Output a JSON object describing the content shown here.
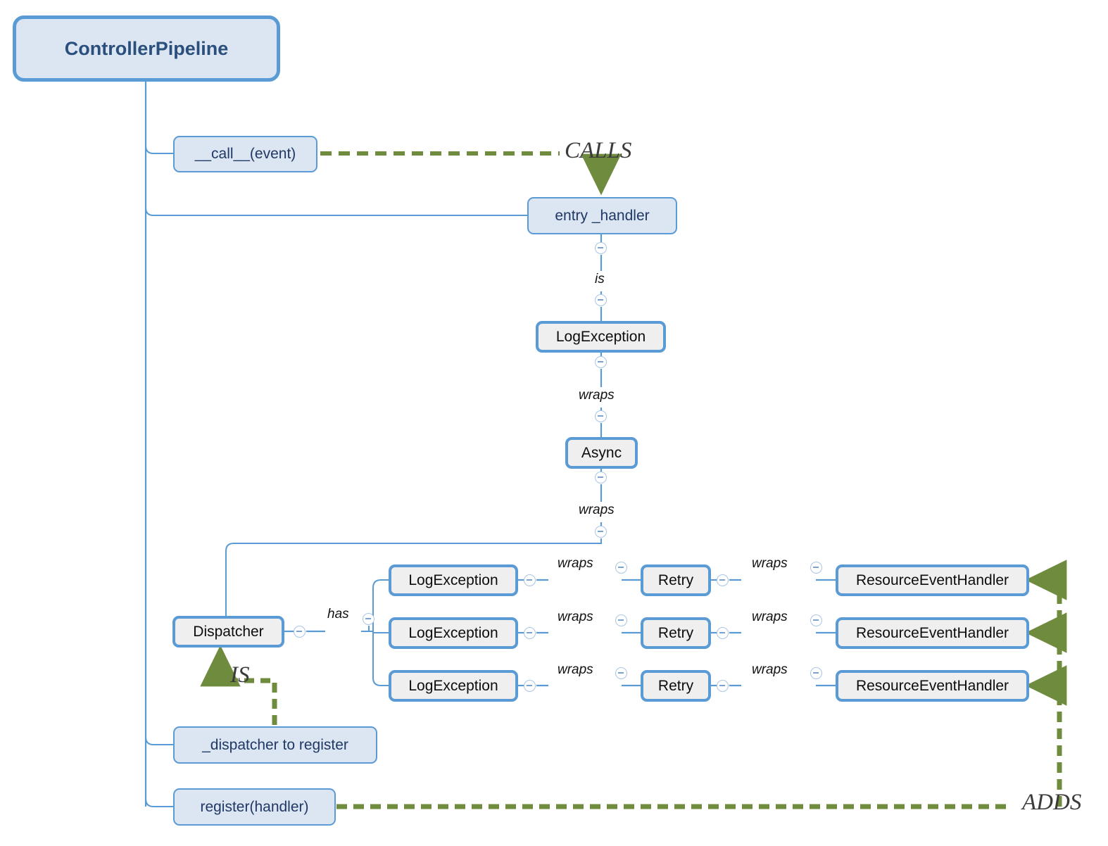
{
  "diagram": {
    "title": "ControllerPipeline",
    "style": {
      "node_fill_method": "#dce6f2",
      "node_fill_class": "#efefef",
      "node_border": "#5b9bd5",
      "wire_color": "#5b9bd5",
      "relation_color": "#6f8b3d",
      "background": "#ffffff"
    }
  },
  "nodes": {
    "root": {
      "label": "ControllerPipeline"
    },
    "call_event": {
      "label": "__call__(event)"
    },
    "entry_handler": {
      "label": "entry _handler"
    },
    "log_exception_main": {
      "label": "LogException"
    },
    "async": {
      "label": "Async"
    },
    "dispatcher": {
      "label": "Dispatcher"
    },
    "dispatcher_to_register": {
      "label": "_dispatcher to register"
    },
    "register_handler": {
      "label": "register(handler)"
    }
  },
  "pipeline_rows": [
    {
      "log_exception": "LogException",
      "wraps_1": "wraps",
      "retry": "Retry",
      "wraps_2": "wraps",
      "handler": "ResourceEventHandler"
    },
    {
      "log_exception": "LogException",
      "wraps_1": "wraps",
      "retry": "Retry",
      "wraps_2": "wraps",
      "handler": "ResourceEventHandler"
    },
    {
      "log_exception": "LogException",
      "wraps_1": "wraps",
      "retry": "Retry",
      "wraps_2": "wraps",
      "handler": "ResourceEventHandler"
    }
  ],
  "relations": {
    "calls": "CALLS",
    "is_entry": "is",
    "wraps_log": "wraps",
    "wraps_async": "wraps",
    "has": "has",
    "is_dispatcher": "IS",
    "adds": "ADDS"
  },
  "icons": {
    "collapse": "minus-circle-icon"
  }
}
